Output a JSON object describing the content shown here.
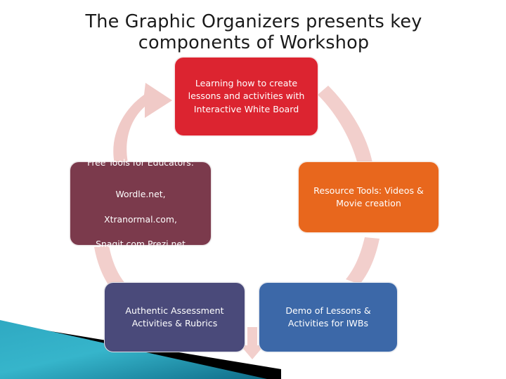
{
  "slide": {
    "title": "The Graphic Organizers presents key components of Workshop",
    "background_color": "#ffffff",
    "title_color": "#1a1a1a"
  },
  "diagram": {
    "type": "cycle",
    "arrow_color": "#f2cfcc",
    "nodes": [
      {
        "id": "learning-iwb",
        "position": "top",
        "color": "#dc2430",
        "text_color": "#ffffff",
        "text": "Learning how to  create lessons and activities with Interactive White Board"
      },
      {
        "id": "resource-tools",
        "position": "right",
        "color": "#e8671d",
        "text_color": "#ffffff",
        "text": "Resource Tools: Videos & Movie creation"
      },
      {
        "id": "demo-lessons",
        "position": "bottom-right",
        "color": "#3c68a8",
        "text_color": "#ffffff",
        "text": "Demo  of Lessons & Activities for IWBs"
      },
      {
        "id": "authentic-assessment",
        "position": "bottom-left",
        "color": "#4a4a7a",
        "text_color": "#ffffff",
        "text": "Authentic Assessment Activities & Rubrics"
      },
      {
        "id": "free-tools",
        "position": "left",
        "color": "#7b3a4c",
        "text_color": "#ffffff",
        "heading": "Free Tools for Educators:",
        "items_line1": "Wordle.net,",
        "items_line2": "Xtranormal.com,",
        "items_line3": "Snagit.com           Prezi.net"
      }
    ],
    "arrows": [
      {
        "id": "arrow-left-to-top",
        "from": "free-tools",
        "to": "learning-iwb",
        "has_head": true
      },
      {
        "id": "arrow-top-to-right",
        "from": "learning-iwb",
        "to": "resource-tools",
        "has_head": false
      },
      {
        "id": "arrow-right-to-blue",
        "from": "resource-tools",
        "to": "demo-lessons",
        "has_head": false
      },
      {
        "id": "arrow-blue-to-purple",
        "from": "demo-lessons",
        "to": "authentic-assessment",
        "has_head": true
      },
      {
        "id": "arrow-purple-to-left",
        "from": "authentic-assessment",
        "to": "free-tools",
        "has_head": false
      }
    ]
  },
  "decoration": {
    "corner_graphic": "teal-diagonal-wedge",
    "teal_light": "#34b3c9",
    "teal_dark": "#0d6b86",
    "stripe_color": "#000000",
    "pale_blue": "#c3d8e6"
  }
}
